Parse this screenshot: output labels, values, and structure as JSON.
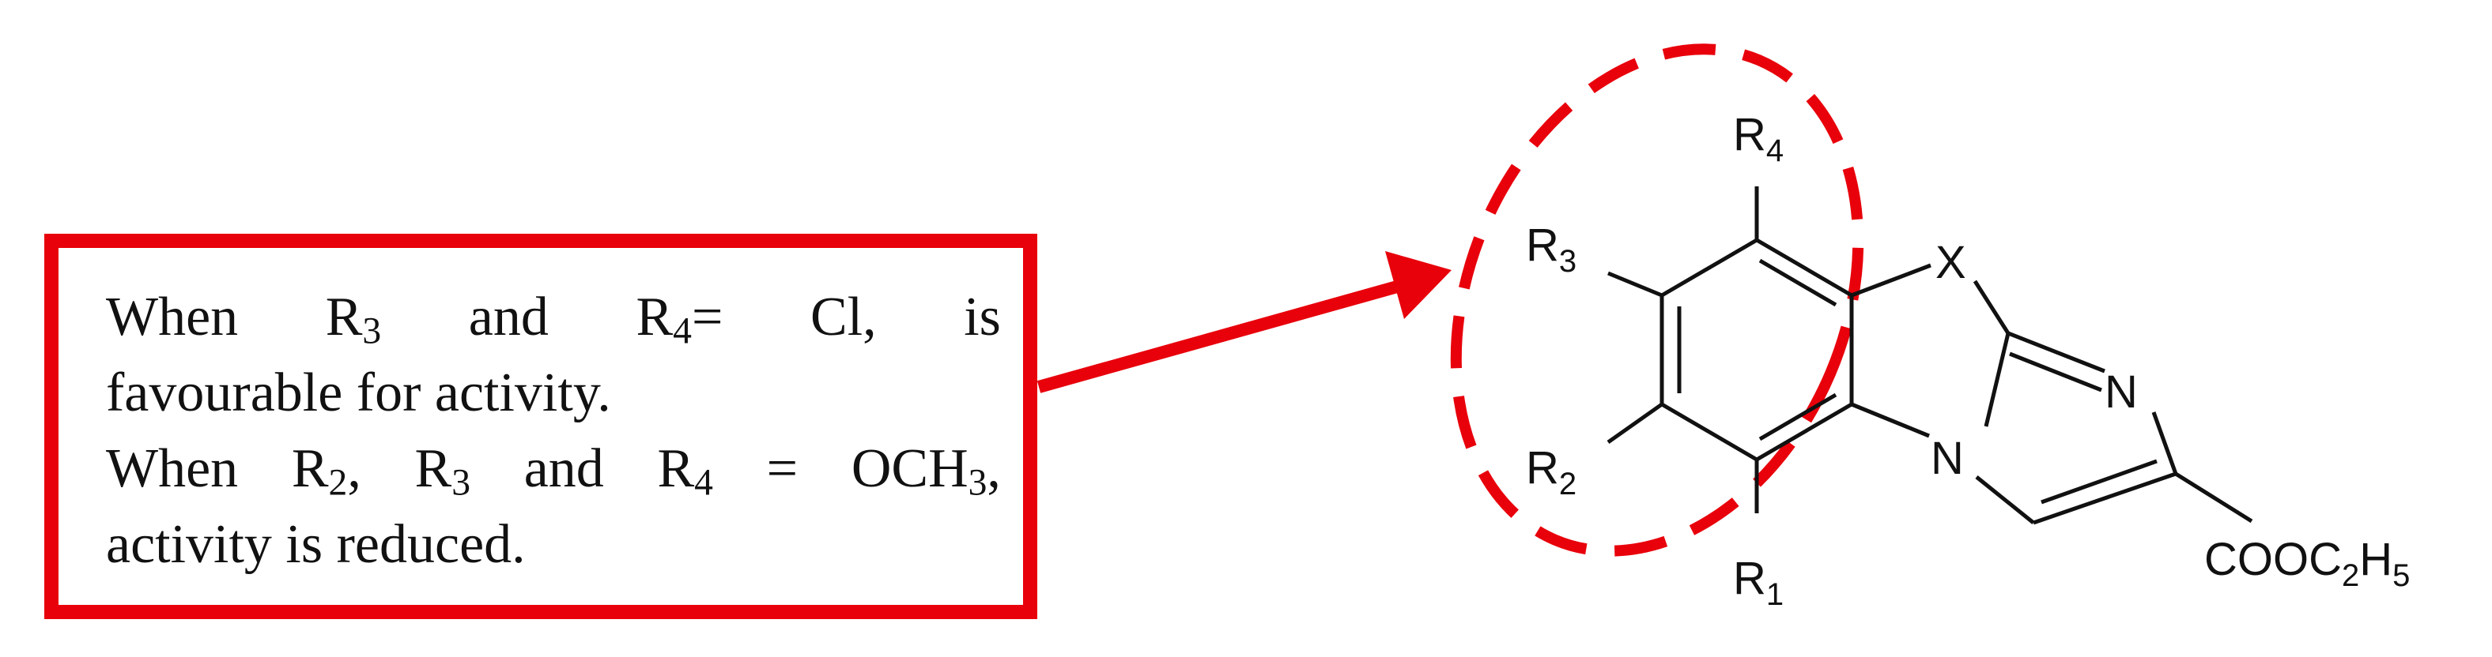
{
  "colors": {
    "accent": "#e8000b",
    "ink": "#111111"
  },
  "note": {
    "line1": {
      "when": "When",
      "r3": "R",
      "r3_sub": "3",
      "and": "and",
      "r4": "R",
      "r4_sub": "4",
      "eq": "=",
      "cl": "Cl,",
      "is": "is"
    },
    "line2": "favourable for activity.",
    "line3": {
      "when": "When",
      "r2": "R",
      "r2_sub": "2",
      "comma1": ",",
      "r3": "R",
      "r3_sub": "3",
      "and": "and",
      "r4": "R",
      "r4_sub": "4",
      "eq": "=",
      "och": "OCH",
      "och_sub": "3",
      "comma2": ","
    },
    "line4": "activity is reduced."
  },
  "structure": {
    "r1": {
      "letter": "R",
      "sub": "1"
    },
    "r2": {
      "letter": "R",
      "sub": "2"
    },
    "r3": {
      "letter": "R",
      "sub": "3"
    },
    "r4": {
      "letter": "R",
      "sub": "4"
    },
    "x": "X",
    "n_ring": "N",
    "n_imine": "N",
    "ester": {
      "p1": "COOC",
      "s1": "2",
      "p2": "H",
      "s2": "5"
    }
  }
}
